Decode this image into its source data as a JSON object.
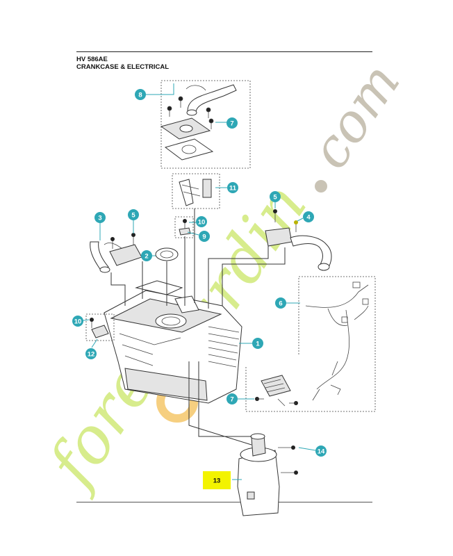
{
  "header": {
    "model": "HV 586AE",
    "section": "CRANKCASE & ELECTRICAL"
  },
  "watermark": {
    "text": "foretjardin.com"
  },
  "colors": {
    "callout": "#2ea7b5",
    "highlight": "#f3f300",
    "watermark_green": "#d7ec8c",
    "watermark_gray": "#c9c3b5"
  },
  "callouts": [
    "1",
    "2",
    "3",
    "4",
    "5",
    "5",
    "6",
    "7",
    "7",
    "8",
    "9",
    "10",
    "10",
    "11",
    "12",
    "13",
    "14"
  ]
}
